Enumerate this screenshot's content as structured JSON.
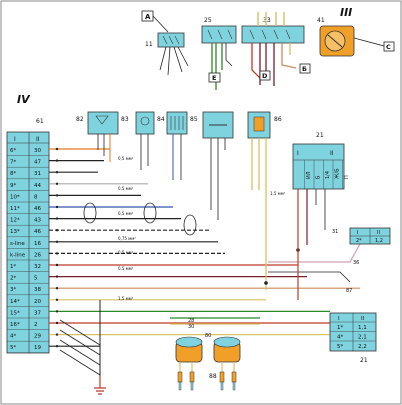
{
  "section_labels": {
    "top": "III",
    "main": "IV"
  },
  "component_numbers": {
    "ecu": "61",
    "relay_a": "11",
    "fuse_block_25": "25",
    "fuse_block_33": "33",
    "switch": "41",
    "c_82": "82",
    "c_83": "83",
    "c_84": "84",
    "c_85": "85",
    "c_86": "86",
    "diag_21_top": "21",
    "diag_21_bottom": "21",
    "ign_coils": "80",
    "spark_plugs": "88",
    "ground_31": "31",
    "conn_87": "87",
    "conn_36": "36",
    "n_28": "28",
    "n_30": "30"
  },
  "callouts": {
    "a": "A",
    "b": "Б",
    "c": "C",
    "d": "D",
    "e": "E"
  },
  "ecu_pins": {
    "header": [
      "I",
      "II"
    ],
    "rows": [
      [
        "6*",
        "30"
      ],
      [
        "7*",
        "47"
      ],
      [
        "8*",
        "31"
      ],
      [
        "9*",
        "44"
      ],
      [
        "10*",
        "8"
      ],
      [
        "11*",
        "46"
      ],
      [
        "12*",
        "43"
      ],
      [
        "13*",
        "46"
      ],
      [
        "s-line",
        "16"
      ],
      [
        "k-line",
        "26"
      ],
      [
        "1*",
        "32"
      ],
      [
        "2*",
        "5"
      ],
      [
        "3*",
        "38"
      ],
      [
        "14*",
        "20"
      ],
      [
        "15*",
        "37"
      ],
      [
        "16*",
        "2"
      ],
      [
        "4*",
        "29"
      ],
      [
        "5*",
        "19"
      ]
    ]
  },
  "wire_labels": {
    "w1": "0,5 мм²",
    "w2": "0,5 мм²",
    "w3": "0,75 мм²",
    "w4": "1,5 мм²",
    "w5": "0,5 мм²",
    "w6": "0,5 мм²",
    "w7": "1,5 мм²",
    "w8": "0,5 мм²"
  },
  "diag_top": {
    "header": [
      "I",
      "II"
    ],
    "cells": [
      "ИЛ",
      "Б",
      "1/4",
      "Ж/Б",
      "П"
    ]
  },
  "diag_bottom": {
    "header": [
      "I",
      "II"
    ],
    "rows": [
      [
        "1*",
        "1,1"
      ],
      [
        "4*",
        "2,1"
      ],
      [
        "5*",
        "2,2"
      ]
    ]
  },
  "small_conn": {
    "header": [
      "I",
      "II"
    ],
    "row": [
      "2*",
      "1,2"
    ]
  }
}
